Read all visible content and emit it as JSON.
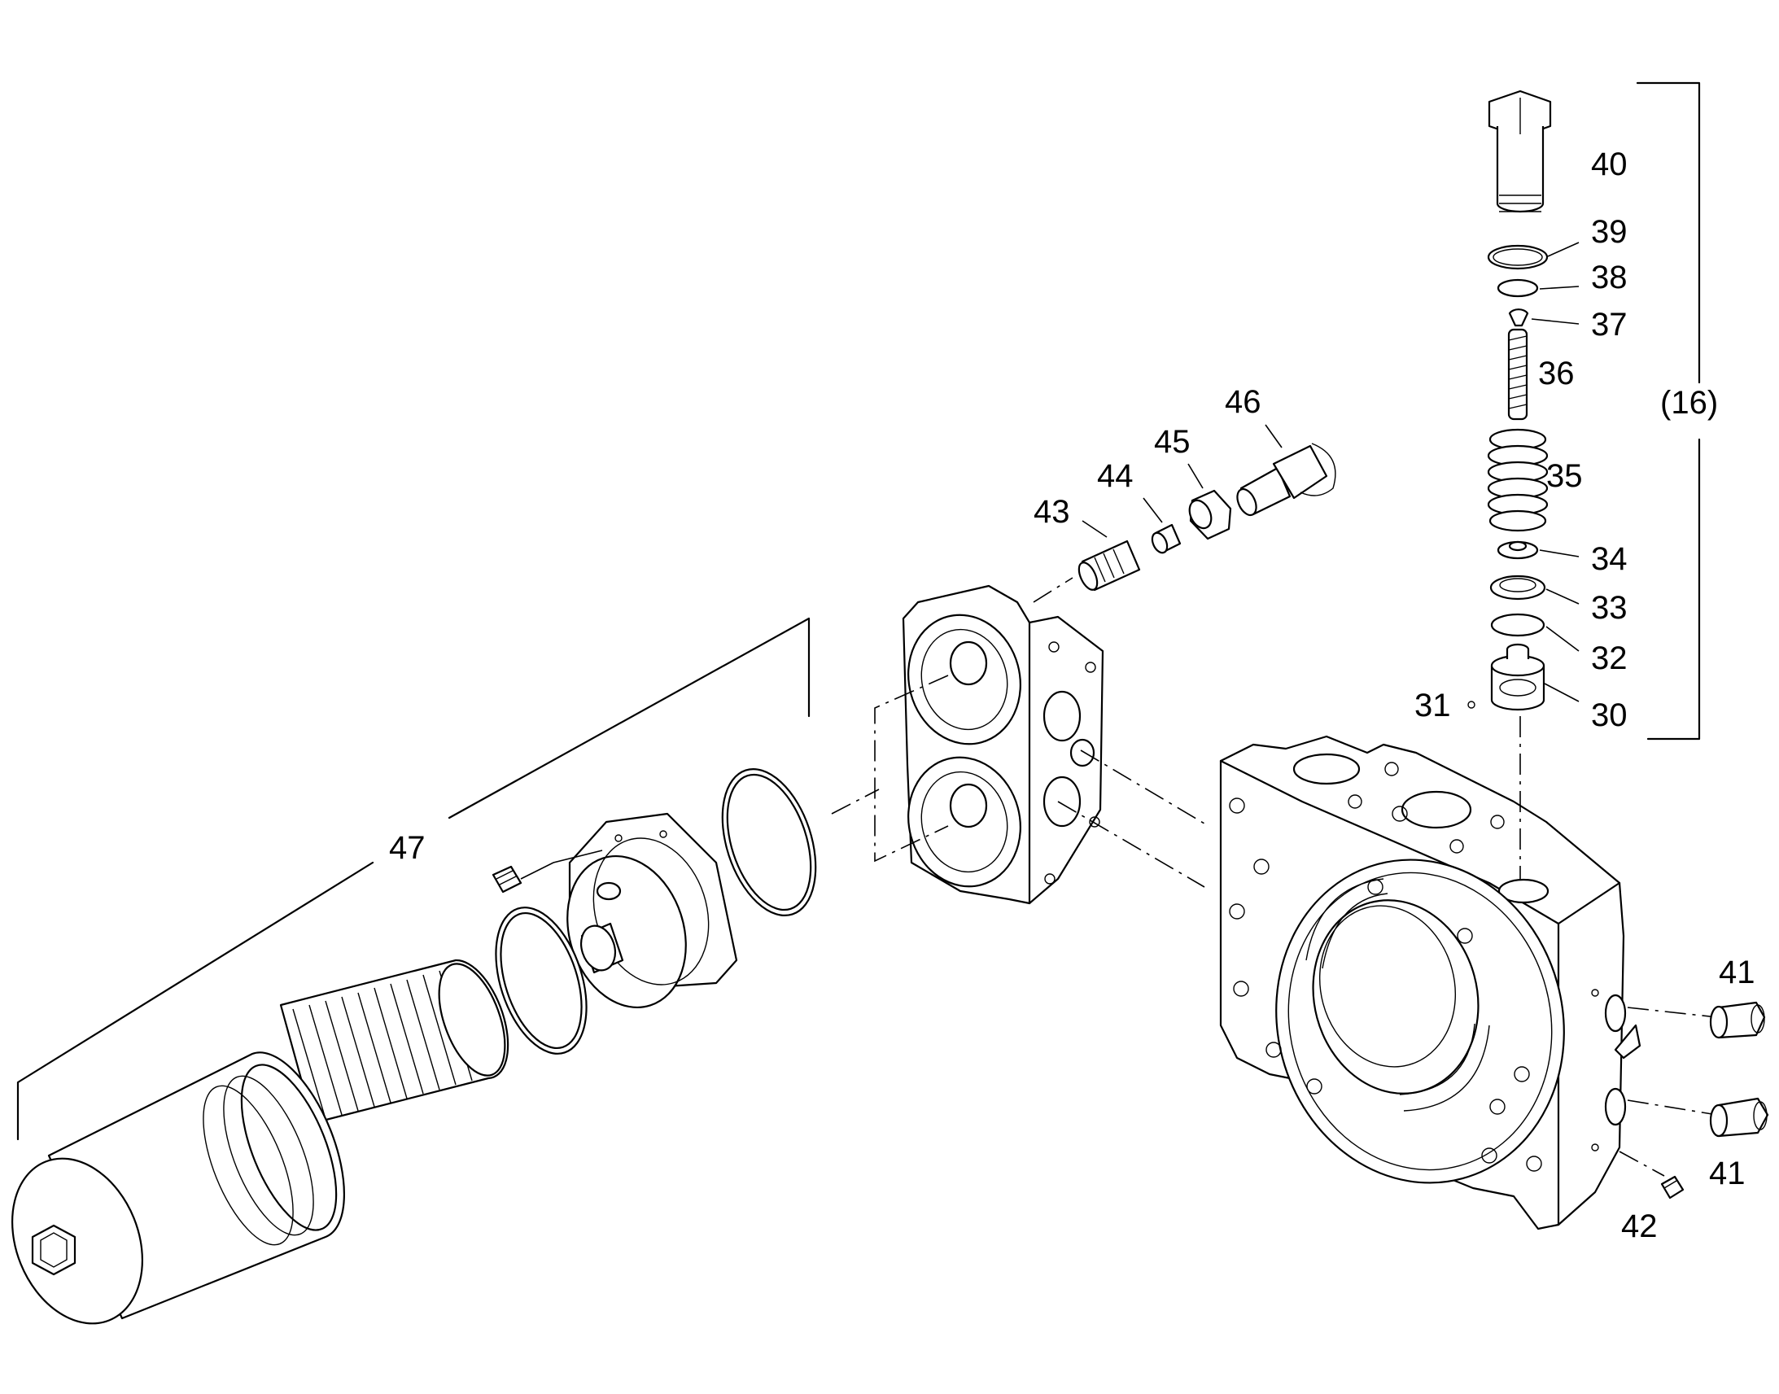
{
  "labels": {
    "l30": "30",
    "l31": "31",
    "l32": "32",
    "l33": "33",
    "l34": "34",
    "l35": "35",
    "l36": "36",
    "l37": "37",
    "l38": "38",
    "l39": "39",
    "l40": "40",
    "l41a": "41",
    "l41b": "41",
    "l42": "42",
    "l43": "43",
    "l44": "44",
    "l45": "45",
    "l46": "46",
    "l47": "47",
    "l16": "(16)"
  }
}
